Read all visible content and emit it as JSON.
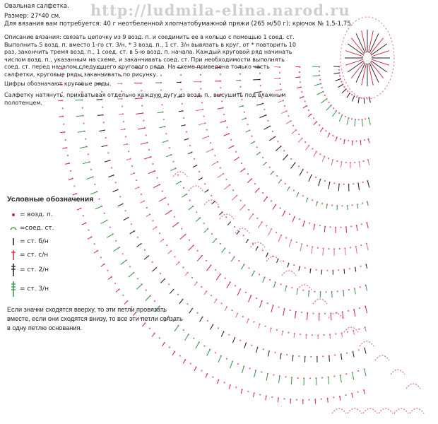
{
  "header": {
    "title": "Овальная салфетка.",
    "size": "Размер: 27*40 см.",
    "materials": "Для вязания вам потребуется: 40 г неотбеленной хлопчатобумажной пряжи (265 м/50 г); крючок № 1,5-1,75.",
    "watermark": "http://ludmila-elina.narod.ru"
  },
  "description": {
    "p1": "Описание вязания: связать цепочку из 9 возд. п. и соединить ее в кольцо с помощью 1 соед. ст. Выполнить 5 возд. п. вместо 1-го ст. 3/н, * 3 возд. п., 1 ст. 3/н вывязать в круг, от * повторить 10 раз, закончить тремя возд. п., 1 соед. ст. в 5-ю возд. п. начала. Каждый круговой ряд начинать числом возд. п., указанным на схеме, и заканчивать соед. ст. При необходимости выполнять соед. ст. перед началом следующего кругового ряда. На схеме приведена только часть салфетки, круговые ряды заканчивать по рисунку.",
    "p2": "Цифры обозначают круговые ряды.",
    "p3": "Салфетку натянуть, прихватывая отдельно каждую дугу из возд. п., высушить под влажным полотенцем."
  },
  "legend": {
    "title": "Условные обозначения",
    "items": [
      {
        "symbol": "chain",
        "label": "= возд. п."
      },
      {
        "symbol": "slip",
        "label": "=соед. ст."
      },
      {
        "symbol": "sc",
        "label": "= ст. б/н"
      },
      {
        "symbol": "dc",
        "label": "= ст. с/н"
      },
      {
        "symbol": "tr",
        "label": "= ст. 2/н"
      },
      {
        "symbol": "dtr",
        "label": "= ст. 3/н"
      }
    ]
  },
  "note": "Если значки сходятся вверху, то эти петли провязать вместе, если они сходятся внизу, то все эти петли связать в одну петлю основания.",
  "colors": {
    "red": "#d21f3c",
    "green": "#2e9a3c",
    "black": "#1a1a1a",
    "pink": "#e06a8c"
  }
}
